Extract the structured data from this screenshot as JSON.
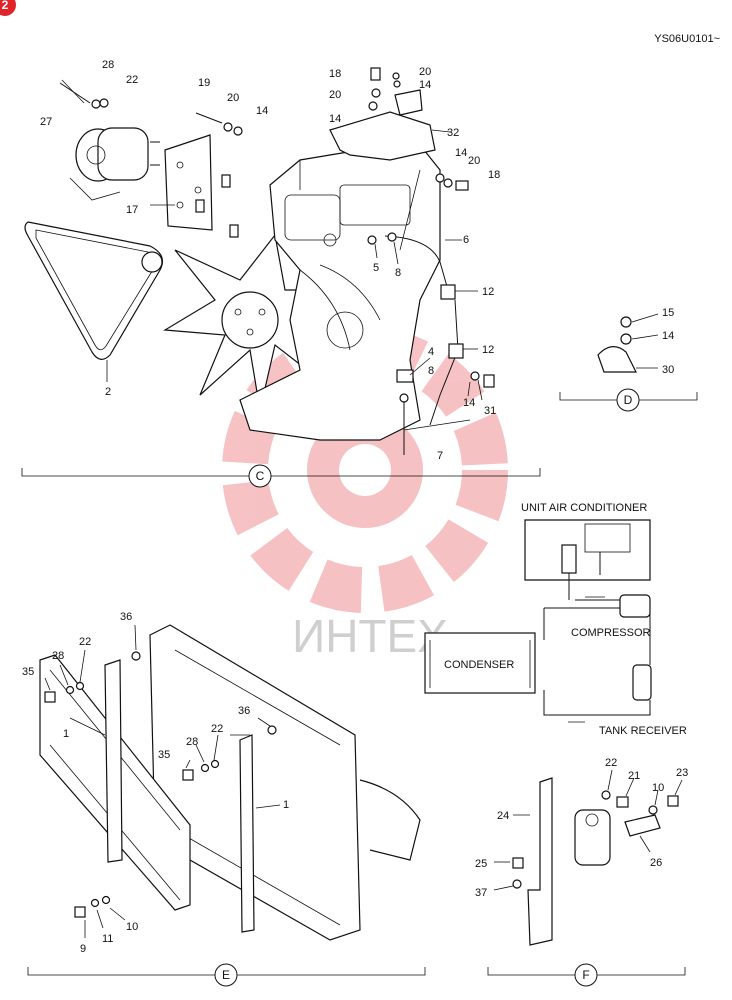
{
  "page_badge": "2",
  "doc_code": "YS06U0101~",
  "watermark": "ИНТЕХ",
  "sections": {
    "C": "C",
    "D": "D",
    "E": "E",
    "F": "F"
  },
  "schematic": {
    "unit_air_conditioner": "UNIT AIR CONDITIONER",
    "compressor": "COMPRESSOR",
    "condenser": "CONDENSER",
    "tank_receiver": "TANK RECEIVER"
  },
  "callouts": {
    "c_28": "28",
    "c_22": "22",
    "c_27": "27",
    "c_19": "19",
    "c_20a": "20",
    "c_14a": "14",
    "c_18a": "18",
    "c_20b": "20",
    "c_20c": "20",
    "c_14b": "14",
    "c_14c": "14",
    "c_32": "32",
    "c_14d": "14",
    "c_20d": "20",
    "c_18b": "18",
    "c_17": "17",
    "c_6": "6",
    "c_5": "5",
    "c_8a": "8",
    "c_12a": "12",
    "c_12b": "12",
    "c_4": "4",
    "c_8b": "8",
    "c_14e": "14",
    "c_31": "31",
    "c_7": "7",
    "c_2": "2",
    "d_15": "15",
    "d_14": "14",
    "d_30": "30",
    "e_36a": "36",
    "e_35a": "35",
    "e_28a": "28",
    "e_22a": "22",
    "e_1a": "1",
    "e_36b": "36",
    "e_22b": "22",
    "e_28b": "28",
    "e_35b": "35",
    "e_1b": "1",
    "e_9": "9",
    "e_11": "11",
    "e_10": "10",
    "f_22": "22",
    "f_21": "21",
    "f_10": "10",
    "f_23": "23",
    "f_24": "24",
    "f_26": "26",
    "f_25": "25",
    "f_37": "37"
  }
}
